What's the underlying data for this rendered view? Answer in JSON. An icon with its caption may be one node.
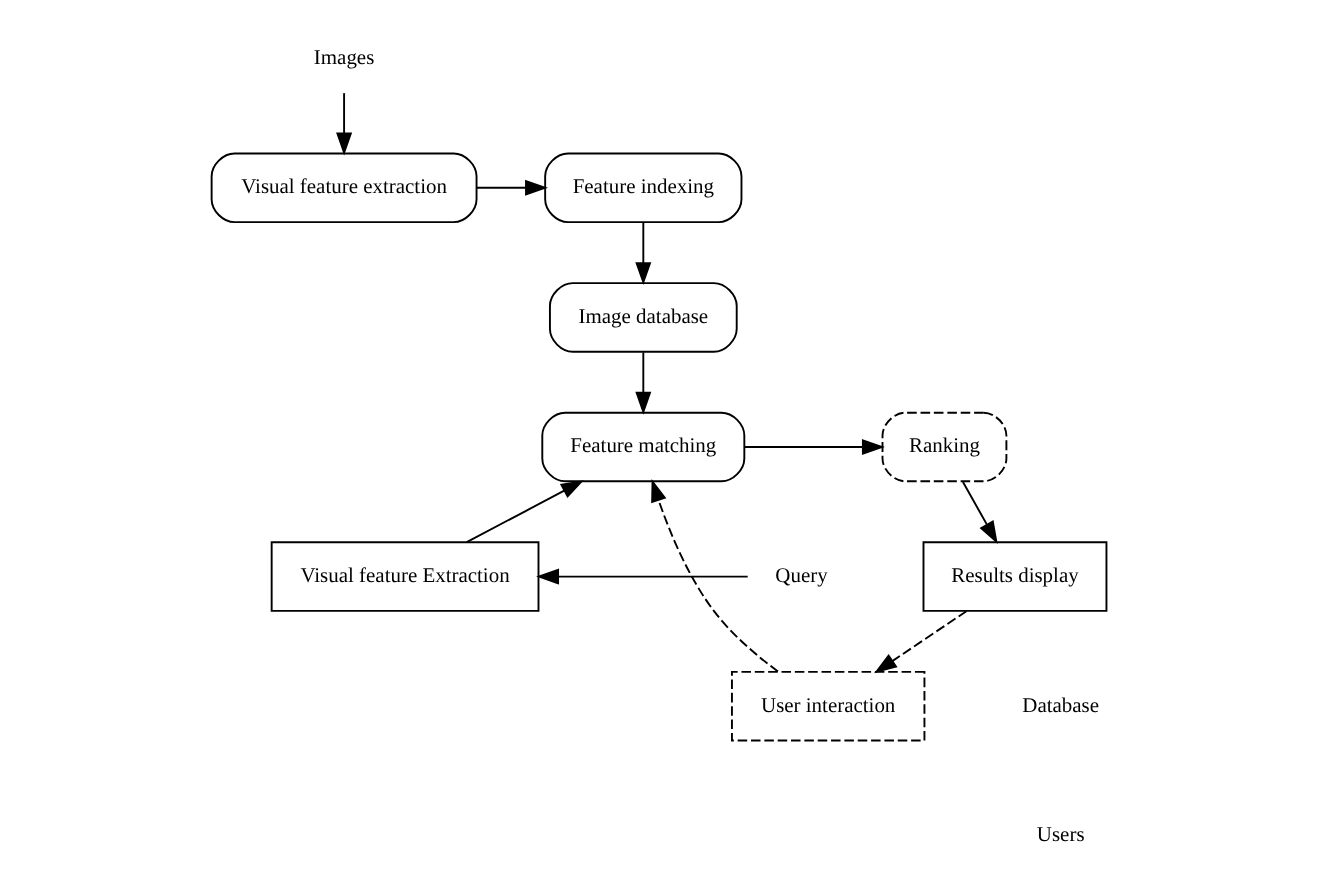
{
  "diagram": {
    "nodes": [
      {
        "text": [
          "Images"
        ]
      },
      {
        "text": [
          "Visual feature extraction"
        ]
      },
      {
        "text": [
          "Feature indexing"
        ]
      },
      {
        "text": [
          "Image database"
        ]
      },
      {
        "text": [
          "Feature matching"
        ]
      },
      {
        "text": [
          "Ranking"
        ]
      },
      {
        "text": [
          "User interaction"
        ]
      },
      {
        "text": [
          "Query"
        ]
      },
      {
        "text": [
          "Visual feature Extraction"
        ]
      },
      {
        "text": [
          "Results display"
        ]
      }
    ],
    "edges": [
      {
        "from": 0,
        "to": 1,
        "arrow": "to"
      },
      {
        "from": 1,
        "to": 2,
        "arrow": "to"
      },
      {
        "from": 2,
        "to": 3,
        "arrow": "to"
      },
      {
        "from": 3,
        "to": 4,
        "arrow": "to"
      },
      {
        "from": 4,
        "to": 5,
        "arrow": "to"
      },
      {
        "from": 8,
        "to": 4,
        "arrow": "to"
      },
      {
        "from": 6,
        "to": 4,
        "arrow": "to",
        "style": "dashed"
      },
      {
        "from": 9,
        "to": 6,
        "arrow": "to",
        "style": "dashed"
      },
      {
        "from": 5,
        "to": 9,
        "arrow": "to"
      },
      {
        "from": 7,
        "to": 8,
        "arrow": "to"
      }
    ],
    "labels": [
      "Database",
      "Users"
    ]
  }
}
